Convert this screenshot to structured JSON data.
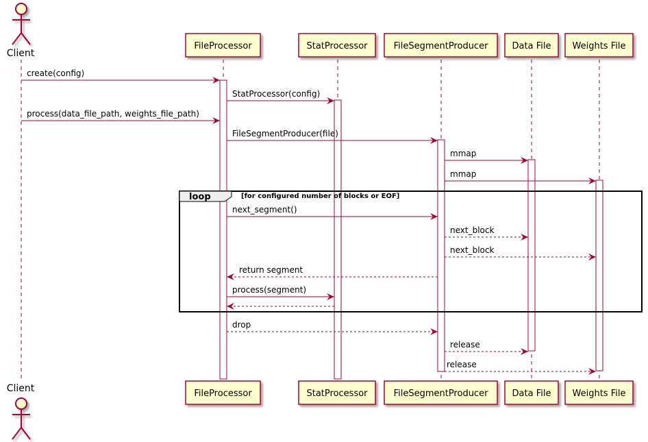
{
  "diagram": {
    "participants": [
      {
        "id": "client",
        "label": "Client",
        "kind": "actor"
      },
      {
        "id": "fp",
        "label": "FileProcessor",
        "kind": "box"
      },
      {
        "id": "sp",
        "label": "StatProcessor",
        "kind": "box"
      },
      {
        "id": "fsp",
        "label": "FileSegmentProducer",
        "kind": "box"
      },
      {
        "id": "df",
        "label": "Data File",
        "kind": "box"
      },
      {
        "id": "wf",
        "label": "Weights File",
        "kind": "box"
      }
    ],
    "messages": [
      {
        "label": "create(config)",
        "style": "solid"
      },
      {
        "label": "StatProcessor(config)",
        "style": "solid"
      },
      {
        "label": "process(data_file_path, weights_file_path)",
        "style": "solid"
      },
      {
        "label": "FileSegmentProducer(file)",
        "style": "solid"
      },
      {
        "label": "mmap",
        "style": "solid"
      },
      {
        "label": "mmap",
        "style": "solid"
      },
      {
        "label": "next_segment()",
        "style": "solid"
      },
      {
        "label": "next_block",
        "style": "dashed"
      },
      {
        "label": "next_block",
        "style": "dashed"
      },
      {
        "label": "return segment",
        "style": "dashed"
      },
      {
        "label": "process(segment)",
        "style": "solid"
      },
      {
        "label": "",
        "style": "dashed"
      },
      {
        "label": "drop",
        "style": "dashed"
      },
      {
        "label": "release",
        "style": "dashed"
      },
      {
        "label": "release",
        "style": "dashed"
      }
    ],
    "loop": {
      "keyword": "loop",
      "guard": "[for configured number of blocks or EOF]"
    },
    "colors": {
      "participant_fill": "#FEFECE",
      "participant_border": "#A80036",
      "arrow": "#A80036",
      "lifeline": "#A80036",
      "frame": "#000000",
      "loop_label_fill": "#EEEEEE"
    }
  }
}
